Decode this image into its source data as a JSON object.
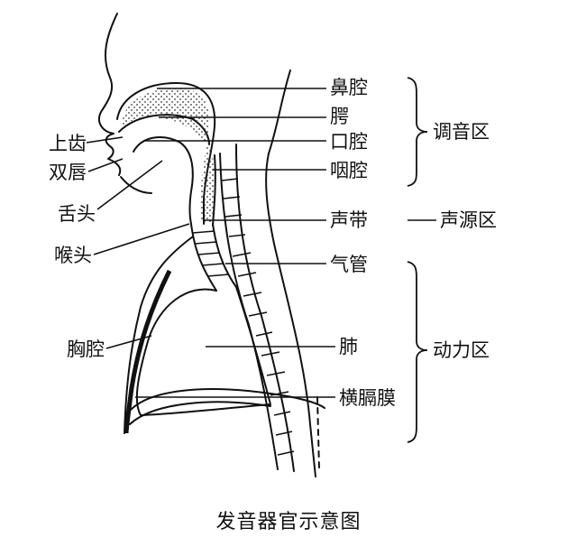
{
  "labels": {
    "nasal_cavity": "鼻腔",
    "palate": "腭",
    "oral_cavity": "口腔",
    "pharynx": "咽腔",
    "vocal_cords": "声带",
    "trachea": "气管",
    "lung": "肺",
    "diaphragm": "横膈膜",
    "upper_teeth": "上齿",
    "lips": "双唇",
    "tongue_tip": "舌头",
    "larynx": "喉头",
    "thorax": "胸腔"
  },
  "groups": {
    "articulation": "调音区",
    "sound_source": "声源区",
    "power": "动力区"
  },
  "caption": "发音器官示意图"
}
